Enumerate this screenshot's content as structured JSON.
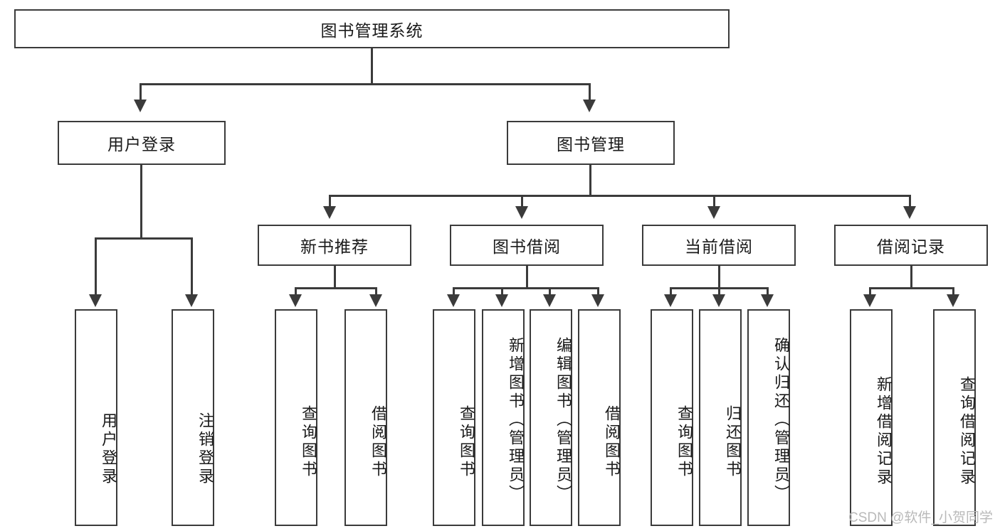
{
  "diagram": {
    "title": "图书管理系统",
    "root": {
      "label": "图书管理系统"
    },
    "level2": [
      {
        "label": "用户登录"
      },
      {
        "label": "图书管理"
      }
    ],
    "level3": [
      {
        "label": "新书推荐"
      },
      {
        "label": "图书借阅"
      },
      {
        "label": "当前借阅"
      },
      {
        "label": "借阅记录"
      }
    ],
    "leaves": {
      "user_login": [
        {
          "label": "用户登录"
        },
        {
          "label": "注销登录"
        }
      ],
      "new_book_recommend": [
        {
          "label": "查询图书"
        },
        {
          "label": "借阅图书"
        }
      ],
      "book_borrow": [
        {
          "label": "查询图书"
        },
        {
          "label": "新增图书（管理员）"
        },
        {
          "label": "编辑图书（管理员）"
        },
        {
          "label": "借阅图书"
        }
      ],
      "current_borrow": [
        {
          "label": "查询图书"
        },
        {
          "label": "归还图书"
        },
        {
          "label": "确认归还（管理员）"
        }
      ],
      "borrow_record": [
        {
          "label": "新增借阅记录"
        },
        {
          "label": "查询借阅记录"
        }
      ]
    }
  },
  "watermark": {
    "text": "CSDN @软件_小贺同学"
  },
  "colors": {
    "stroke": "#3b3b3b",
    "background": "#ffffff",
    "text": "#1a1a1a",
    "watermark": "#b9b9b9"
  }
}
